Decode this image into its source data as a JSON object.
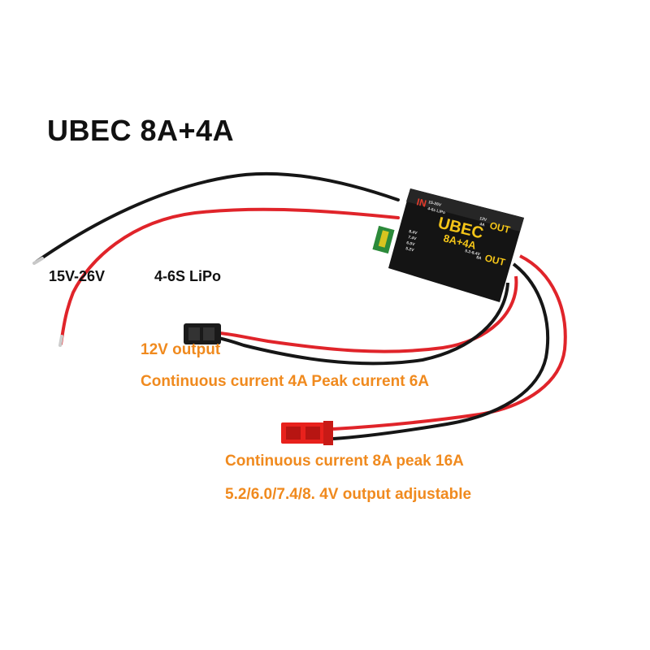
{
  "title": "UBEC 8A+4A",
  "input": {
    "voltage": "15V-26V",
    "battery": "4-6S LiPo"
  },
  "output_12v": {
    "title": "12V output",
    "spec": "Continuous current 4A Peak current 6A"
  },
  "output_adjustable": {
    "spec": "Continuous current 8A peak 16A",
    "range": "5.2/6.0/7.4/8. 4V output adjustable"
  },
  "module_print": {
    "in_label": "IN",
    "in_spec_1": "15-26V",
    "in_spec_2": "4-6s LiPo",
    "brand": "UBEC",
    "rating": "8A+4A",
    "out1_label": "OUT",
    "out1_spec_1": "12V",
    "out1_spec_2": "4A",
    "out2_label": "OUT",
    "out2_spec_1": "5.2-8.4V",
    "out2_spec_2": "8A",
    "jumper_1": "8.4V",
    "jumper_2": "7.4V",
    "jumper_3": "6.0V",
    "jumper_4": "5.2V"
  },
  "colors": {
    "accent": "#f08a1e",
    "wire_red": "#e0242a",
    "wire_black": "#161616",
    "module": "#1b1b1b",
    "module_text": "#f4c518"
  }
}
